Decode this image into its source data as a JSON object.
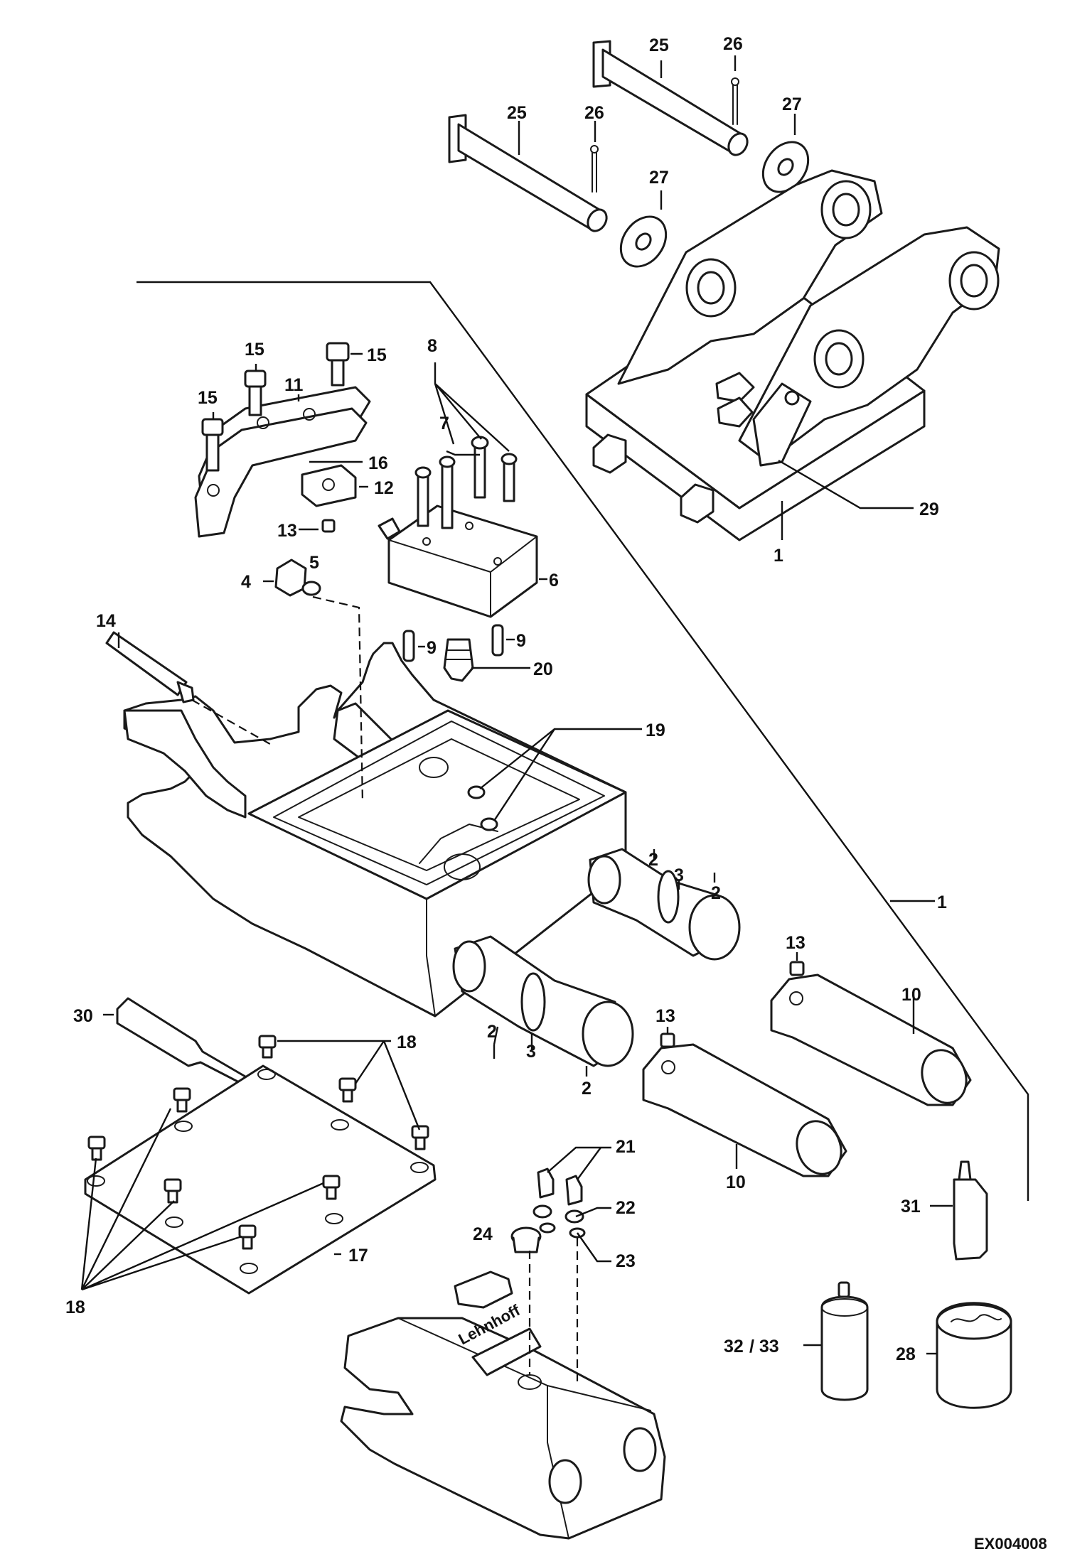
{
  "drawing": {
    "reference": "EX004008",
    "brand_mark": "Lehnhoff"
  },
  "callouts": {
    "c1a": "1",
    "c1b": "1",
    "c2a": "2",
    "c2b": "2",
    "c2c": "2",
    "c2d": "2",
    "c3a": "3",
    "c3b": "3",
    "c4": "4",
    "c5": "5",
    "c6": "6",
    "c7": "7",
    "c8": "8",
    "c9a": "9",
    "c9b": "9",
    "c10a": "10",
    "c10b": "10",
    "c11": "11",
    "c12": "12",
    "c13a": "13",
    "c13b": "13",
    "c13c": "13",
    "c14": "14",
    "c15a": "15",
    "c15b": "15",
    "c15c": "15",
    "c16": "16",
    "c17": "17",
    "c18a": "18",
    "c18b": "18",
    "c19": "19",
    "c20": "20",
    "c21": "21",
    "c22": "22",
    "c23": "23",
    "c24": "24",
    "c25a": "25",
    "c25b": "25",
    "c26a": "26",
    "c26b": "26",
    "c27a": "27",
    "c27b": "27",
    "c28": "28",
    "c29": "29",
    "c30": "30",
    "c31": "31",
    "c32": "32",
    "c33": "/ 33"
  }
}
